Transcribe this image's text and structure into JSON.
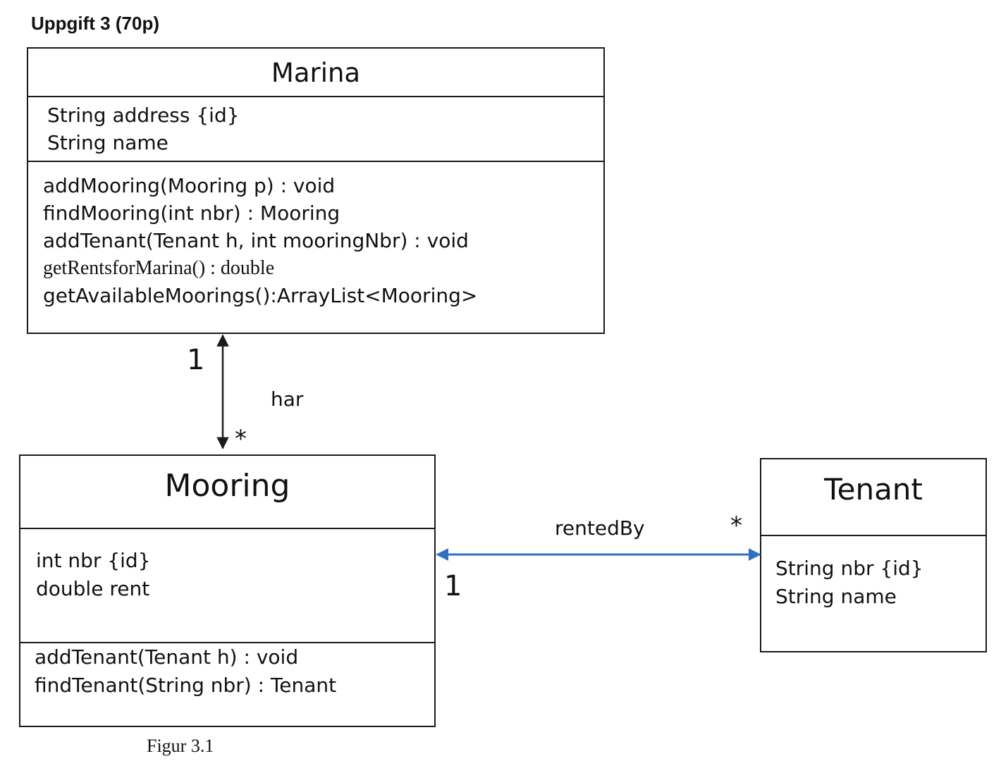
{
  "heading": "Uppgift 3 (70p)",
  "classes": {
    "marina": {
      "name": "Marina",
      "attributes": [
        "String address  {id}",
        "String name"
      ],
      "operations": [
        "addMooring(Mooring p) : void",
        "findMooring(int nbr) : Mooring",
        "addTenant(Tenant h, int mooringNbr) : void",
        "getRentsforMarina() : double",
        "getAvailableMoorings():ArrayList<Mooring>"
      ]
    },
    "mooring": {
      "name": "Mooring",
      "attributes": [
        "int nbr {id}",
        "double rent"
      ],
      "operations": [
        "addTenant(Tenant h) : void",
        "findTenant(String nbr) : Tenant"
      ]
    },
    "tenant": {
      "name": "Tenant",
      "attributes": [
        "String nbr {id}",
        "String name"
      ]
    }
  },
  "associations": {
    "har": {
      "label": "har",
      "marina_multiplicity": "1",
      "mooring_multiplicity": "*"
    },
    "rentedBy": {
      "label": "rentedBy",
      "mooring_multiplicity": "1",
      "tenant_multiplicity": "*"
    }
  },
  "caption": "Figur 3.1",
  "colors": {
    "line": "#1a1a1a",
    "association_highlight": "#2f6fc4"
  }
}
